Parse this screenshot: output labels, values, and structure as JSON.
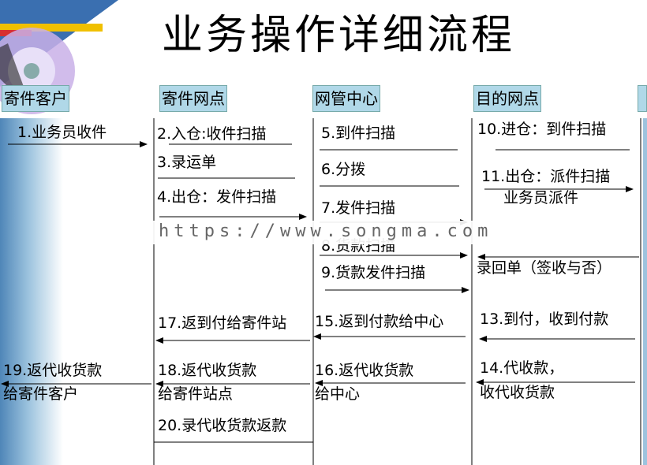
{
  "title": "业务操作详细流程",
  "lanes": [
    "寄件客户",
    "寄件网点",
    "网管中心",
    "目的网点"
  ],
  "steps": {
    "s1": "1.业务员收件",
    "s2": "2.入仓:收件扫描",
    "s3": "3.录运单",
    "s4": "4.出仓：发件扫描",
    "s5": "5.到件扫描",
    "s6": "6.分拨",
    "s7": "7.发件扫描",
    "s8": "8.货款扫描",
    "s9": "9.货款发件扫描",
    "s10": "10.进仓：到件扫描",
    "s11a": "11.出仓：派件扫描",
    "s11b": "业务员派件",
    "s12": "录回单（签收与否）",
    "s13": "13.到付，收到付款",
    "s14a": "14.代收款，",
    "s14b": "收代收货款",
    "s15": "15.返到付款给中心",
    "s16a": "16.返代收货款",
    "s16b": "给中心",
    "s17": "17.返到付给寄件站",
    "s18a": "18.返代收货款",
    "s18b": "给寄件站点",
    "s19a": "19.返代收货款",
    "s19b": "给寄件客户",
    "s20": "20.录代收货款返款"
  },
  "watermark": "https://www.songma.com",
  "colors": {
    "header_bg": "#b0d8e8",
    "line": "#000000"
  }
}
